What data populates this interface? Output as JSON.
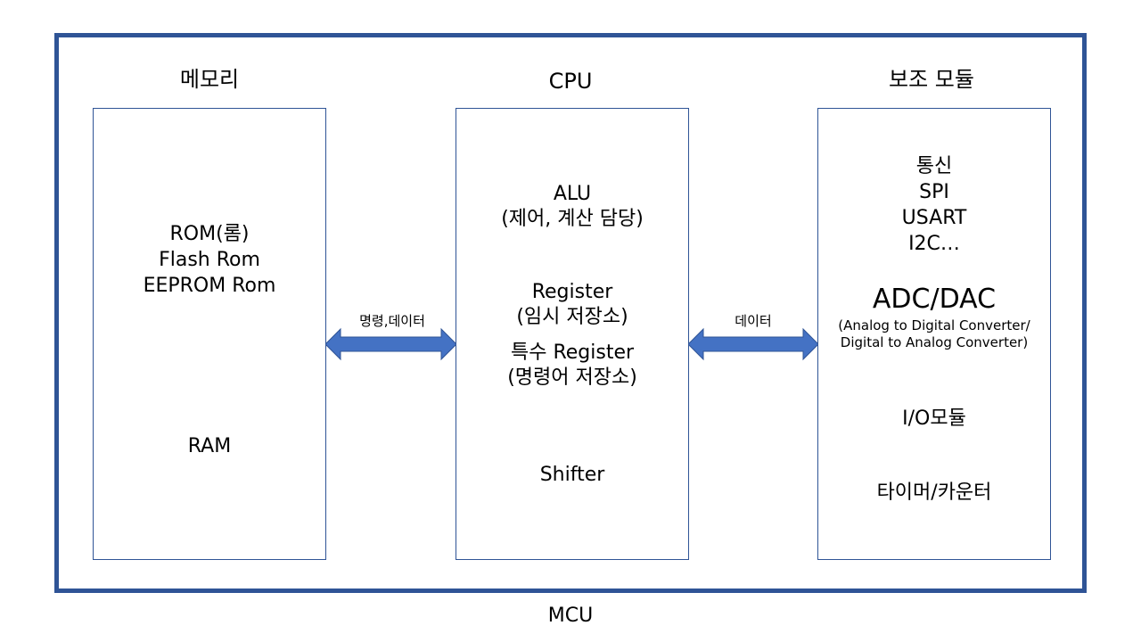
{
  "mcu": {
    "label": "MCU"
  },
  "memory": {
    "title": "메모리",
    "rom_lines": [
      "ROM(롬)",
      "Flash Rom",
      "EEPROM Rom"
    ],
    "ram": "RAM"
  },
  "cpu": {
    "title": "CPU",
    "alu": "ALU",
    "alu_desc": "(제어, 계산 담당)",
    "register": "Register",
    "register_desc": "(임시 저장소)",
    "special_register": "특수 Register",
    "special_register_desc": "(명령어 저장소)",
    "shifter": "Shifter"
  },
  "aux": {
    "title": "보조 모듈",
    "comm_lines": [
      "통신",
      "SPI",
      "USART",
      "I2C…"
    ],
    "adc_dac": "ADC/DAC",
    "adc_dac_desc_lines": [
      "(Analog to Digital Converter/",
      "Digital to Analog Converter)"
    ],
    "io": "I/O모듈",
    "timer": "타이머/카운터"
  },
  "arrows": {
    "left_label": "명령,데이터",
    "right_label": "데이터",
    "color": "#4472c4"
  },
  "colors": {
    "frame": "#2f5496",
    "box_border": "#2f5496"
  }
}
